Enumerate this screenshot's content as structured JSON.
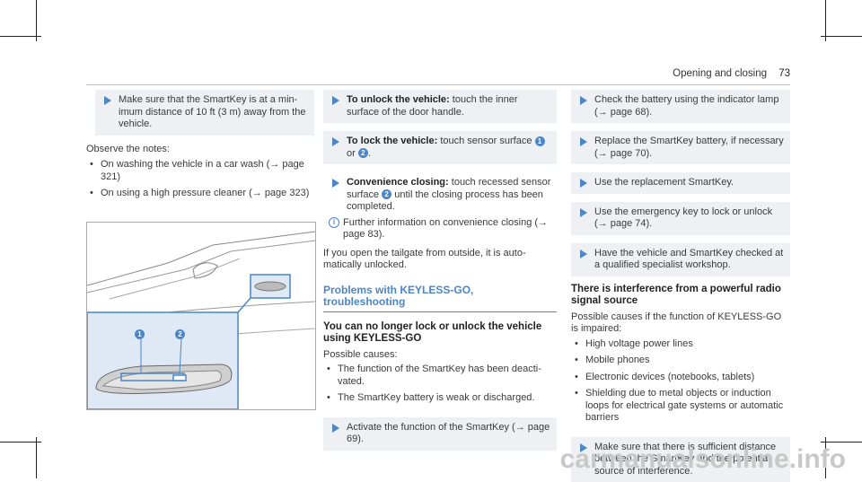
{
  "header": {
    "section": "Opening and closing",
    "page_number": "73"
  },
  "col1": {
    "step1": "Make sure that the SmartKey is at a min­imum distance of 10 ft (3 m) away from the vehicle.",
    "observe": "Observe the notes:",
    "notes": [
      "On washing the vehicle in a car wash (→ page 321)",
      "On using a high pressure cleaner (→ page 323)"
    ],
    "figure_badges": [
      "1",
      "2"
    ]
  },
  "col2": {
    "unlock_title": "To unlock the vehicle:",
    "unlock_text": "touch the inner surface of the door handle.",
    "lock_title": "To lock the vehicle:",
    "lock_text_a": "touch sensor surface",
    "lock_text_b": "or",
    "lock_text_c": ".",
    "conv_title": "Convenience closing:",
    "conv_text_a": "touch recessed sensor surface",
    "conv_text_b": "until the closing process has been completed.",
    "info_text": "Further information on convenience closing (→ page 83).",
    "tailgate": "If you open the tailgate from outside, it is auto­matically unlocked.",
    "problems_heading": "Problems with KEYLESS-GO, troubleshooting",
    "cannot_heading": "You can no longer lock or unlock the vehicle using KEYLESS-GO",
    "causes_label": "Possible causes:",
    "causes": [
      "The function of the SmartKey has been deacti­vated.",
      "The SmartKey battery is weak or discharged."
    ],
    "activate": "Activate the function of the SmartKey (→ page 69)."
  },
  "col3": {
    "steps_a": [
      "Check the battery using the indicator lamp (→ page 68).",
      "Replace the SmartKey battery, if necessary (→ page 70).",
      "Use the replacement SmartKey.",
      "Use the emergency key to lock or unlock (→ page 74).",
      "Have the vehicle and SmartKey checked at a qualified specialist workshop."
    ],
    "interference_heading": "There is interference from a powerful radio signal source",
    "causes_label": "Possible causes if the function of KEYLESS-GO is impaired:",
    "causes": [
      "High voltage power lines",
      "Mobile phones",
      "Electronic devices (notebooks, tablets)",
      "Shielding due to metal objects or induction loops for electrical gate systems or automatic barriers"
    ],
    "final_step": "Make sure that there is sufficient distance between the SmartKey and the potential source of interference."
  },
  "watermark": "carmanualsonline.info"
}
